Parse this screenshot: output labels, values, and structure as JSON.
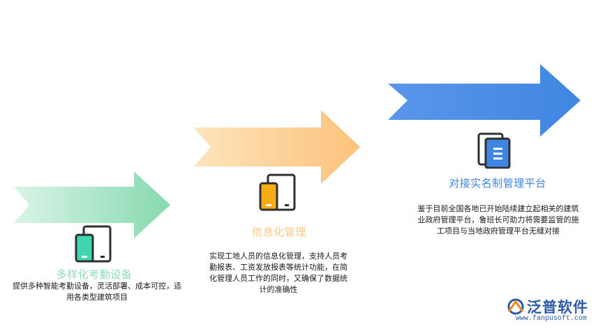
{
  "steps": [
    {
      "title": "多样化考勤设备",
      "description": "提供多种智能考勤设备，灵活部署、成本可控，适用各类型建筑项目",
      "color": "#8fdcb8",
      "icon": "device-icon"
    },
    {
      "title": "信息化管理",
      "description": "实现工地人员的信息化管理，支持人员考勤报表、工资发放报表等统计功能，在简化管理人员工作的同时，又确保了数据统计的准确性",
      "color": "#fcc985",
      "icon": "device-icon"
    },
    {
      "title": "对接实名制管理平台",
      "description": "鉴于目前全国各地已开始陆续建立起相关的建筑业政府管理平台，鲁班长可助力将需要监管的施工项目与当地政府管理平台无缝对接",
      "color": "#4d8ee6",
      "icon": "document-icon"
    }
  ],
  "logo": {
    "name": "泛普软件",
    "url": "www.fanpusoft.com"
  }
}
